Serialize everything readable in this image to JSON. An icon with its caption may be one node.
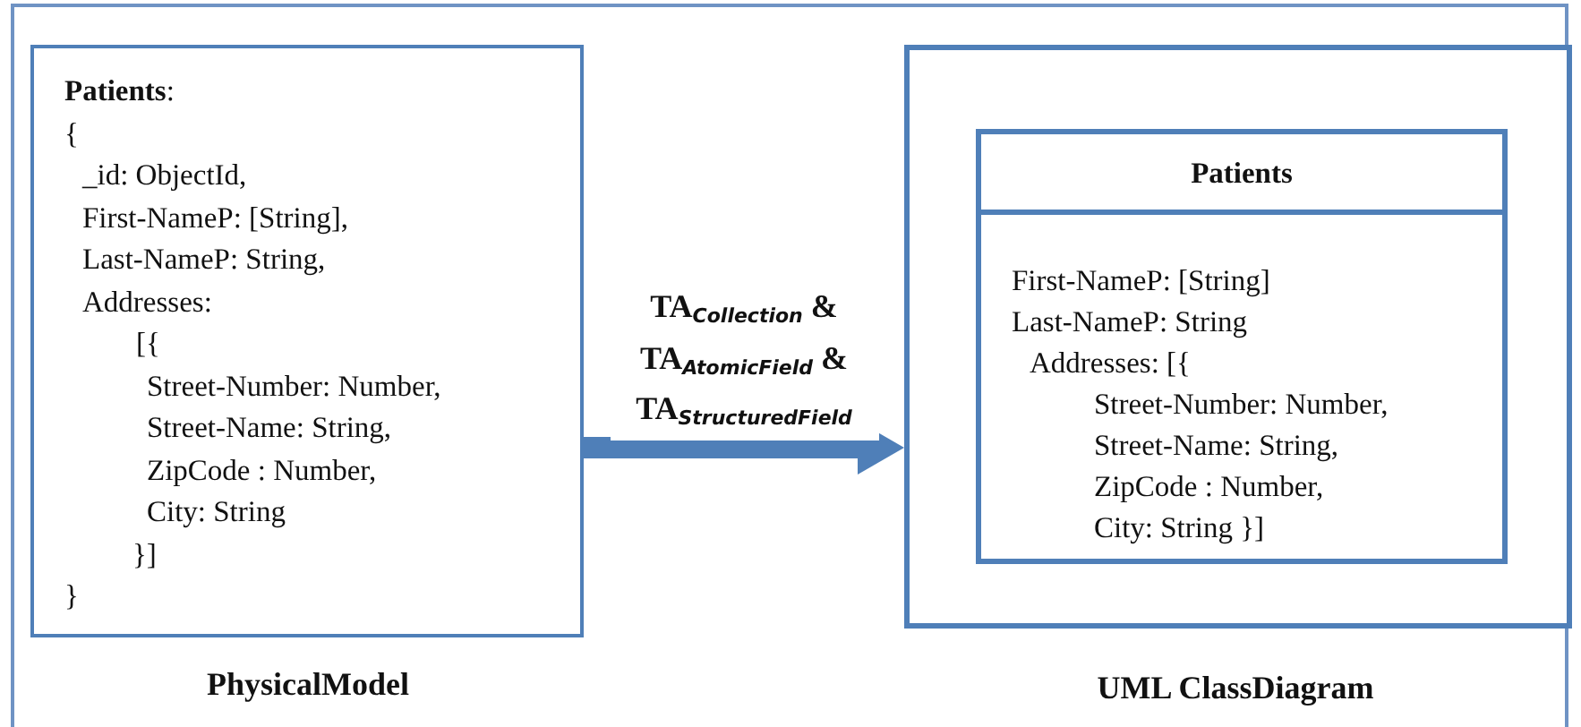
{
  "diagram": {
    "nodes": [
      {
        "text": [
          "**Patients**:",
          "{",
          "_id: ObjectId,",
          "First-NameP: [String],",
          "Last-NameP: String,",
          "Addresses:",
          "[{",
          "Street-Number: Number,",
          "Street-Name: String,",
          "ZipCode : Number,",
          "City: String",
          "}]",
          "}"
        ],
        "beside": [
          "PhysicalModel"
        ]
      },
      {
        "text": [],
        "shape": "box",
        "beside": [
          "UML ClassDiagram"
        ]
      },
      {
        "text": [
          "Patients",
          "First-NameP: [String]",
          "Last-NameP: String",
          "Addresses: [{",
          "Street-Number: Number,",
          "Street-Name: String,",
          "ZipCode : Number,",
          "City: String }]"
        ],
        "in": 1
      }
    ],
    "edges": [
      {
        "from": 0,
        "to": 1,
        "arrow": "to",
        "label": "TA$_{Collection}$ & TA$_{AtomicField}$ & TA$_{StructuredField}$"
      }
    ]
  }
}
